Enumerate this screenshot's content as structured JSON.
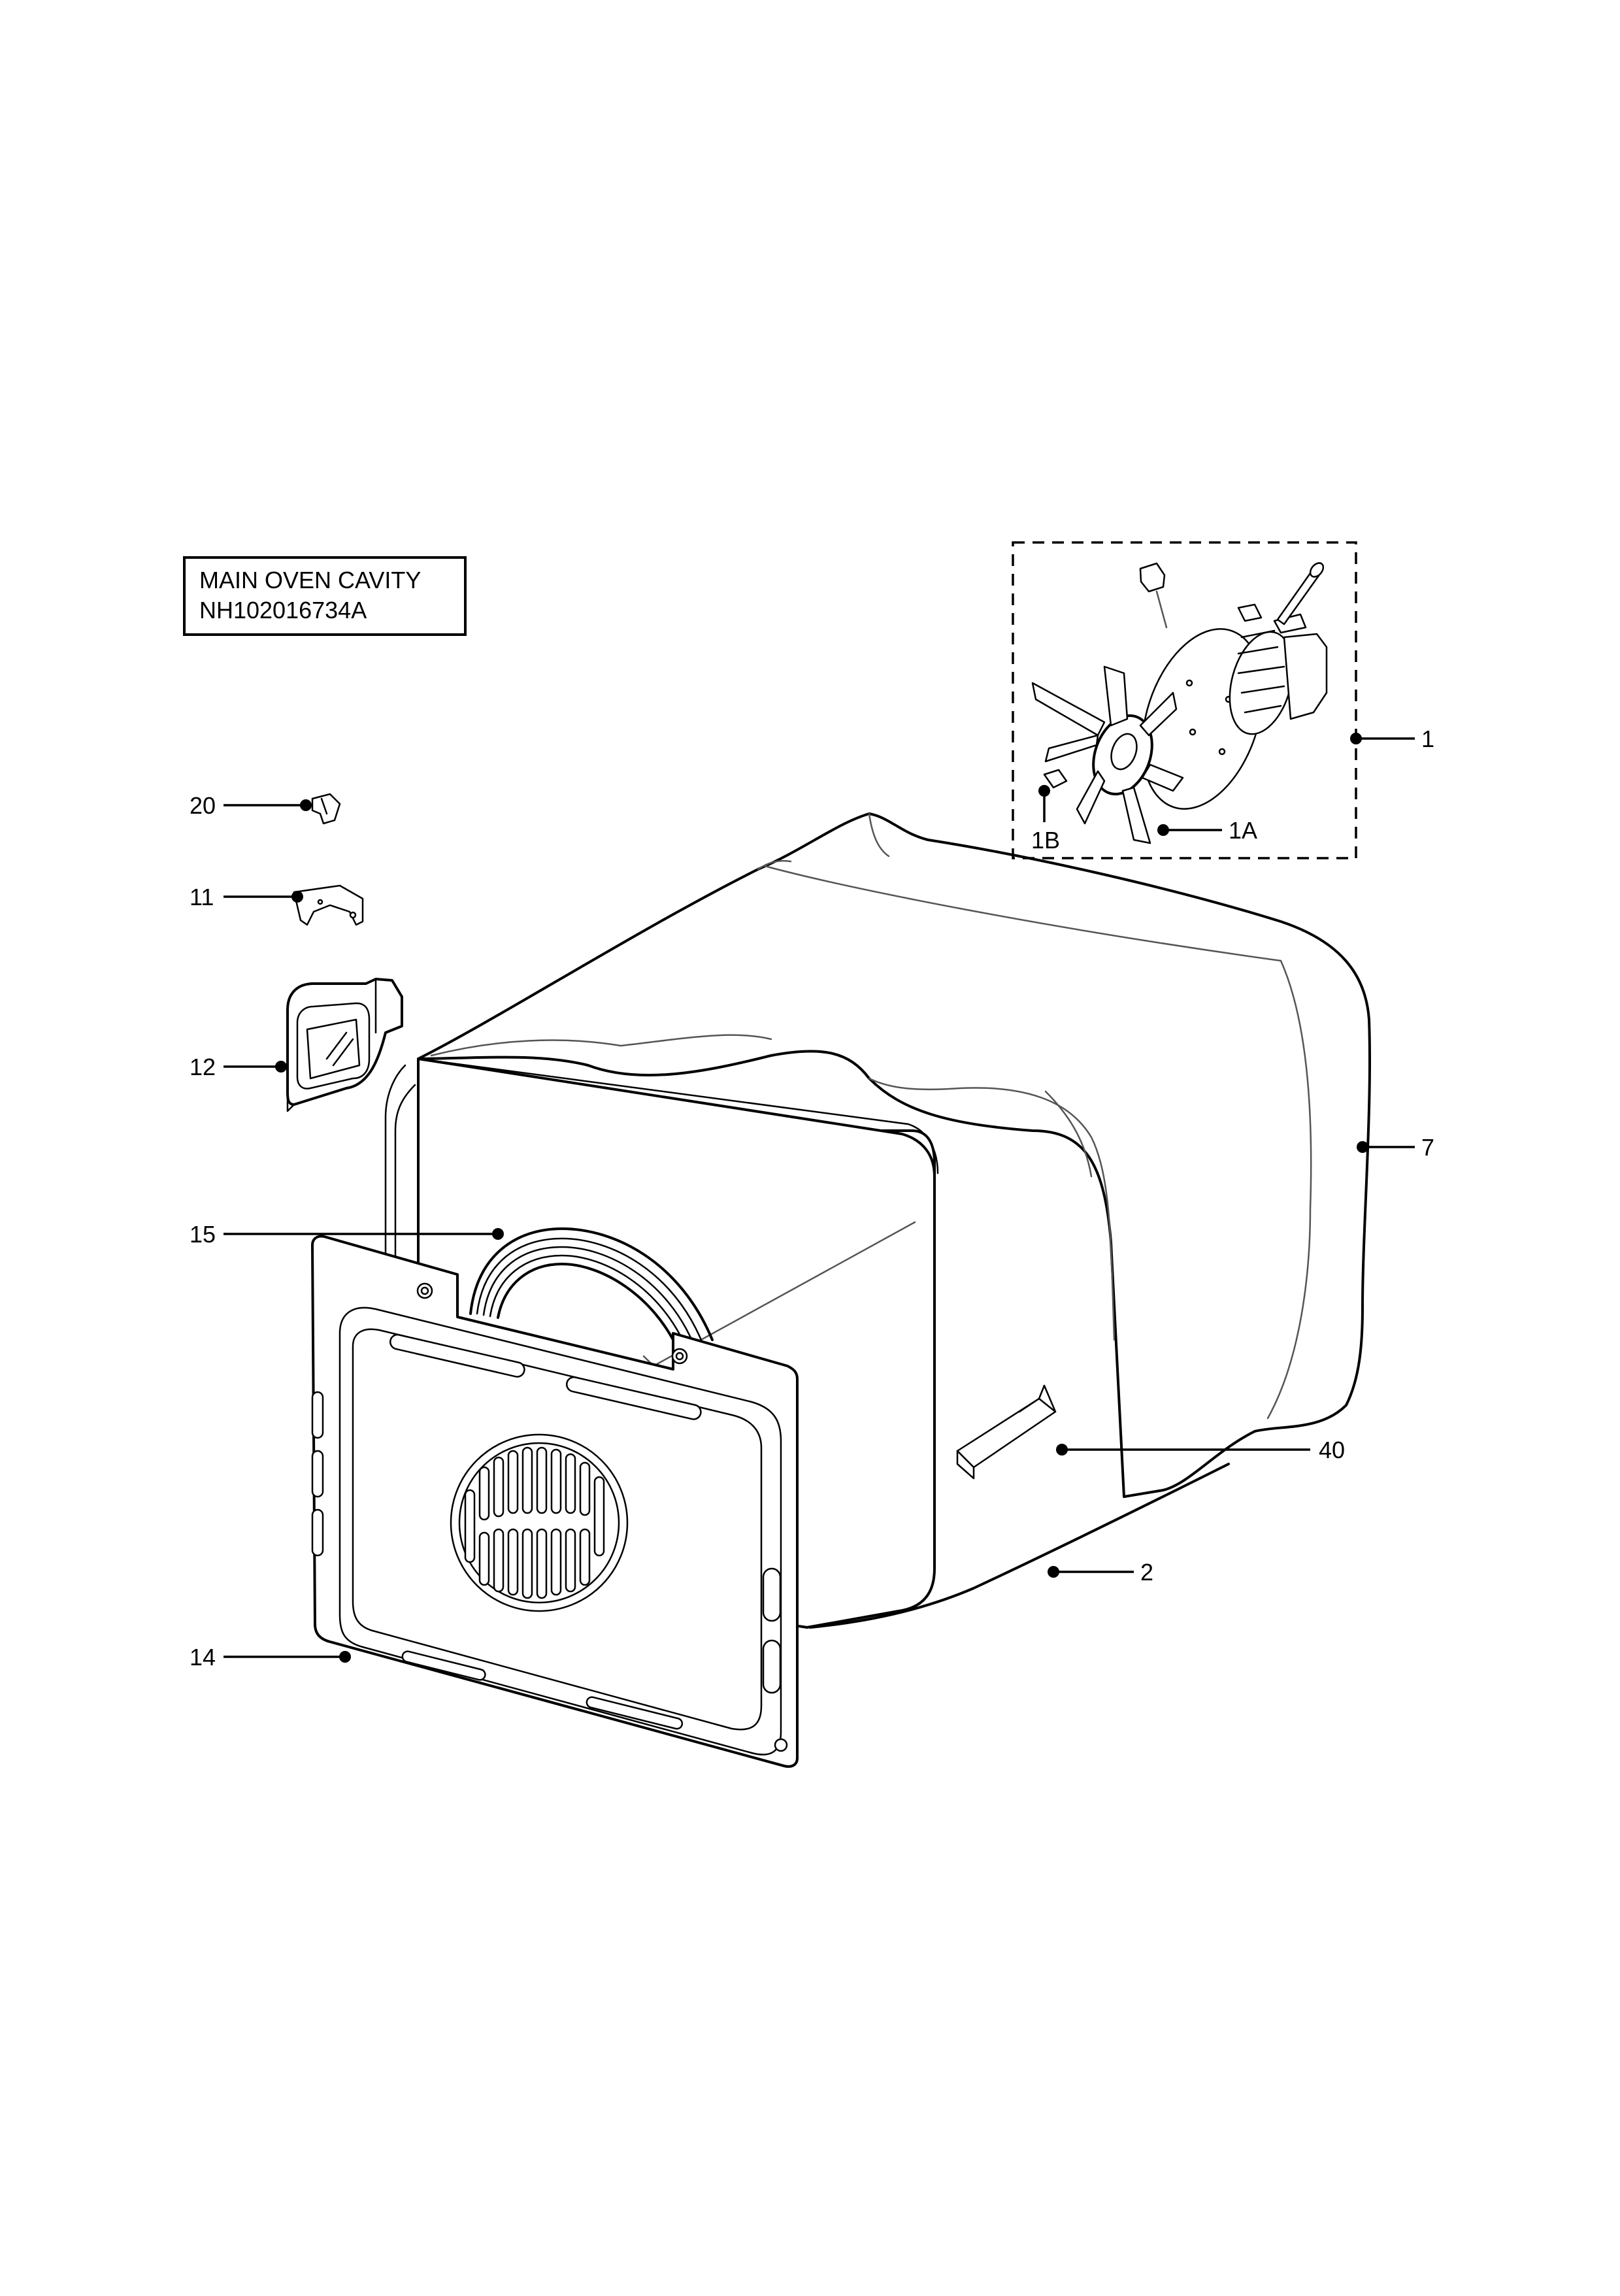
{
  "title_box": {
    "line1": "MAIN OVEN CAVITY",
    "line2": "NH102016734A"
  },
  "callouts": [
    {
      "id": "1",
      "label": "1"
    },
    {
      "id": "1A",
      "label": "1A"
    },
    {
      "id": "1B",
      "label": "1B"
    },
    {
      "id": "2",
      "label": "2"
    },
    {
      "id": "7",
      "label": "7"
    },
    {
      "id": "11",
      "label": "11"
    },
    {
      "id": "12",
      "label": "12"
    },
    {
      "id": "14",
      "label": "14"
    },
    {
      "id": "15",
      "label": "15"
    },
    {
      "id": "20",
      "label": "20"
    },
    {
      "id": "40",
      "label": "40"
    }
  ]
}
